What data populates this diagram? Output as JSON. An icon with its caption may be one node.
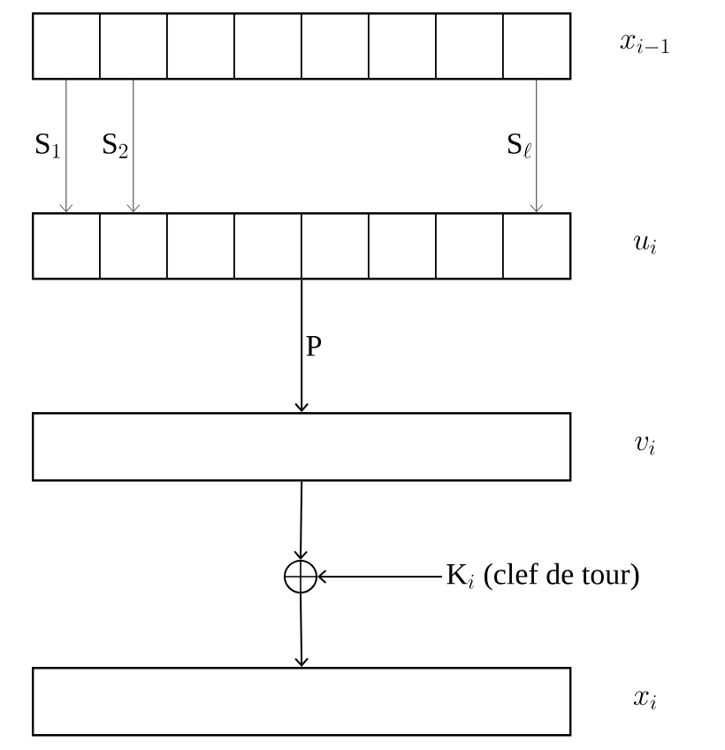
{
  "diagram": {
    "nodes": [
      {
        "text": [],
        "shape": "box",
        "beside": [
          "x_{i-1}"
        ]
      },
      {
        "text": [],
        "shape": "box",
        "in": 0
      },
      {
        "text": [],
        "shape": "box",
        "in": 0
      },
      {
        "text": [],
        "shape": "box",
        "in": 0
      },
      {
        "text": [],
        "shape": "box",
        "in": 0
      },
      {
        "text": [],
        "shape": "box",
        "in": 0
      },
      {
        "text": [],
        "shape": "box",
        "in": 0
      },
      {
        "text": [],
        "shape": "box",
        "in": 0
      },
      {
        "text": [],
        "shape": "box",
        "in": 0
      },
      {
        "text": [],
        "shape": "box",
        "beside": [
          "u_i"
        ]
      },
      {
        "text": [],
        "shape": "box",
        "in": 9
      },
      {
        "text": [],
        "shape": "box",
        "in": 9
      },
      {
        "text": [],
        "shape": "box",
        "in": 9
      },
      {
        "text": [],
        "shape": "box",
        "in": 9
      },
      {
        "text": [],
        "shape": "box",
        "in": 9
      },
      {
        "text": [],
        "shape": "box",
        "in": 9
      },
      {
        "text": [],
        "shape": "box",
        "in": 9
      },
      {
        "text": [],
        "shape": "box",
        "in": 9
      },
      {
        "text": [],
        "shape": "box",
        "beside": [
          "v_i"
        ]
      },
      {
        "text": [],
        "shape": "circle"
      },
      {
        "text": [],
        "shape": "box",
        "beside": [
          "x_i"
        ]
      },
      {
        "text": [
          "\\mathrm{K}_i\\ \\mbox{(clef de tour)}"
        ]
      }
    ],
    "edges": [
      {
        "from": 1,
        "to": 10,
        "arrow": "to",
        "label": "\\mathrm{S}_1"
      },
      {
        "from": 2,
        "to": 11,
        "arrow": "to",
        "label": "\\mathrm{S}_2"
      },
      {
        "from": 8,
        "to": 17,
        "arrow": "to",
        "label": "\\mathrm{S}_\\ell"
      },
      {
        "from": 9,
        "to": 18,
        "arrow": "to",
        "label": "\\mathrm{P}"
      },
      {
        "from": 18,
        "to": 19,
        "arrow": "to"
      },
      {
        "from": 19,
        "to": 20,
        "arrow": "to"
      },
      {
        "from": 21,
        "to": 19,
        "arrow": "to"
      }
    ]
  }
}
